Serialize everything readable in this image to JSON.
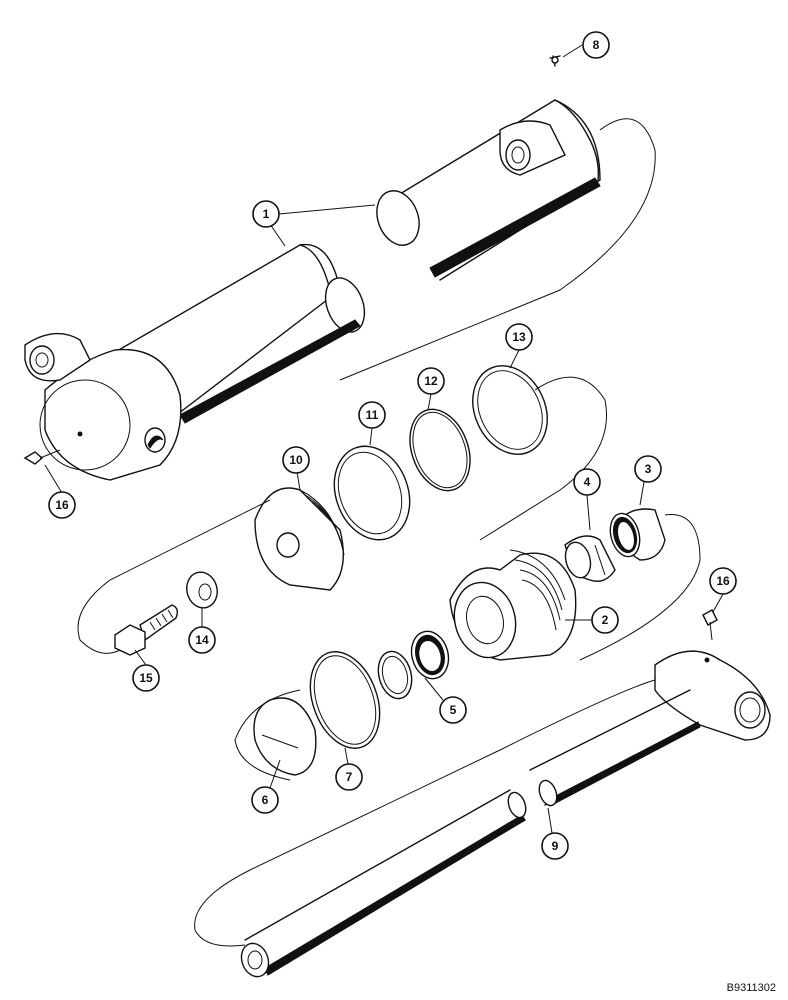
{
  "callouts": {
    "c1": "1",
    "c2": "2",
    "c3": "3",
    "c4": "4",
    "c5": "5",
    "c6": "6",
    "c7": "7",
    "c8": "8",
    "c9": "9",
    "c10": "10",
    "c11": "11",
    "c12": "12",
    "c13": "13",
    "c14": "14",
    "c15": "15",
    "c16a": "16",
    "c16b": "16"
  },
  "figure_ref": "B9311302"
}
